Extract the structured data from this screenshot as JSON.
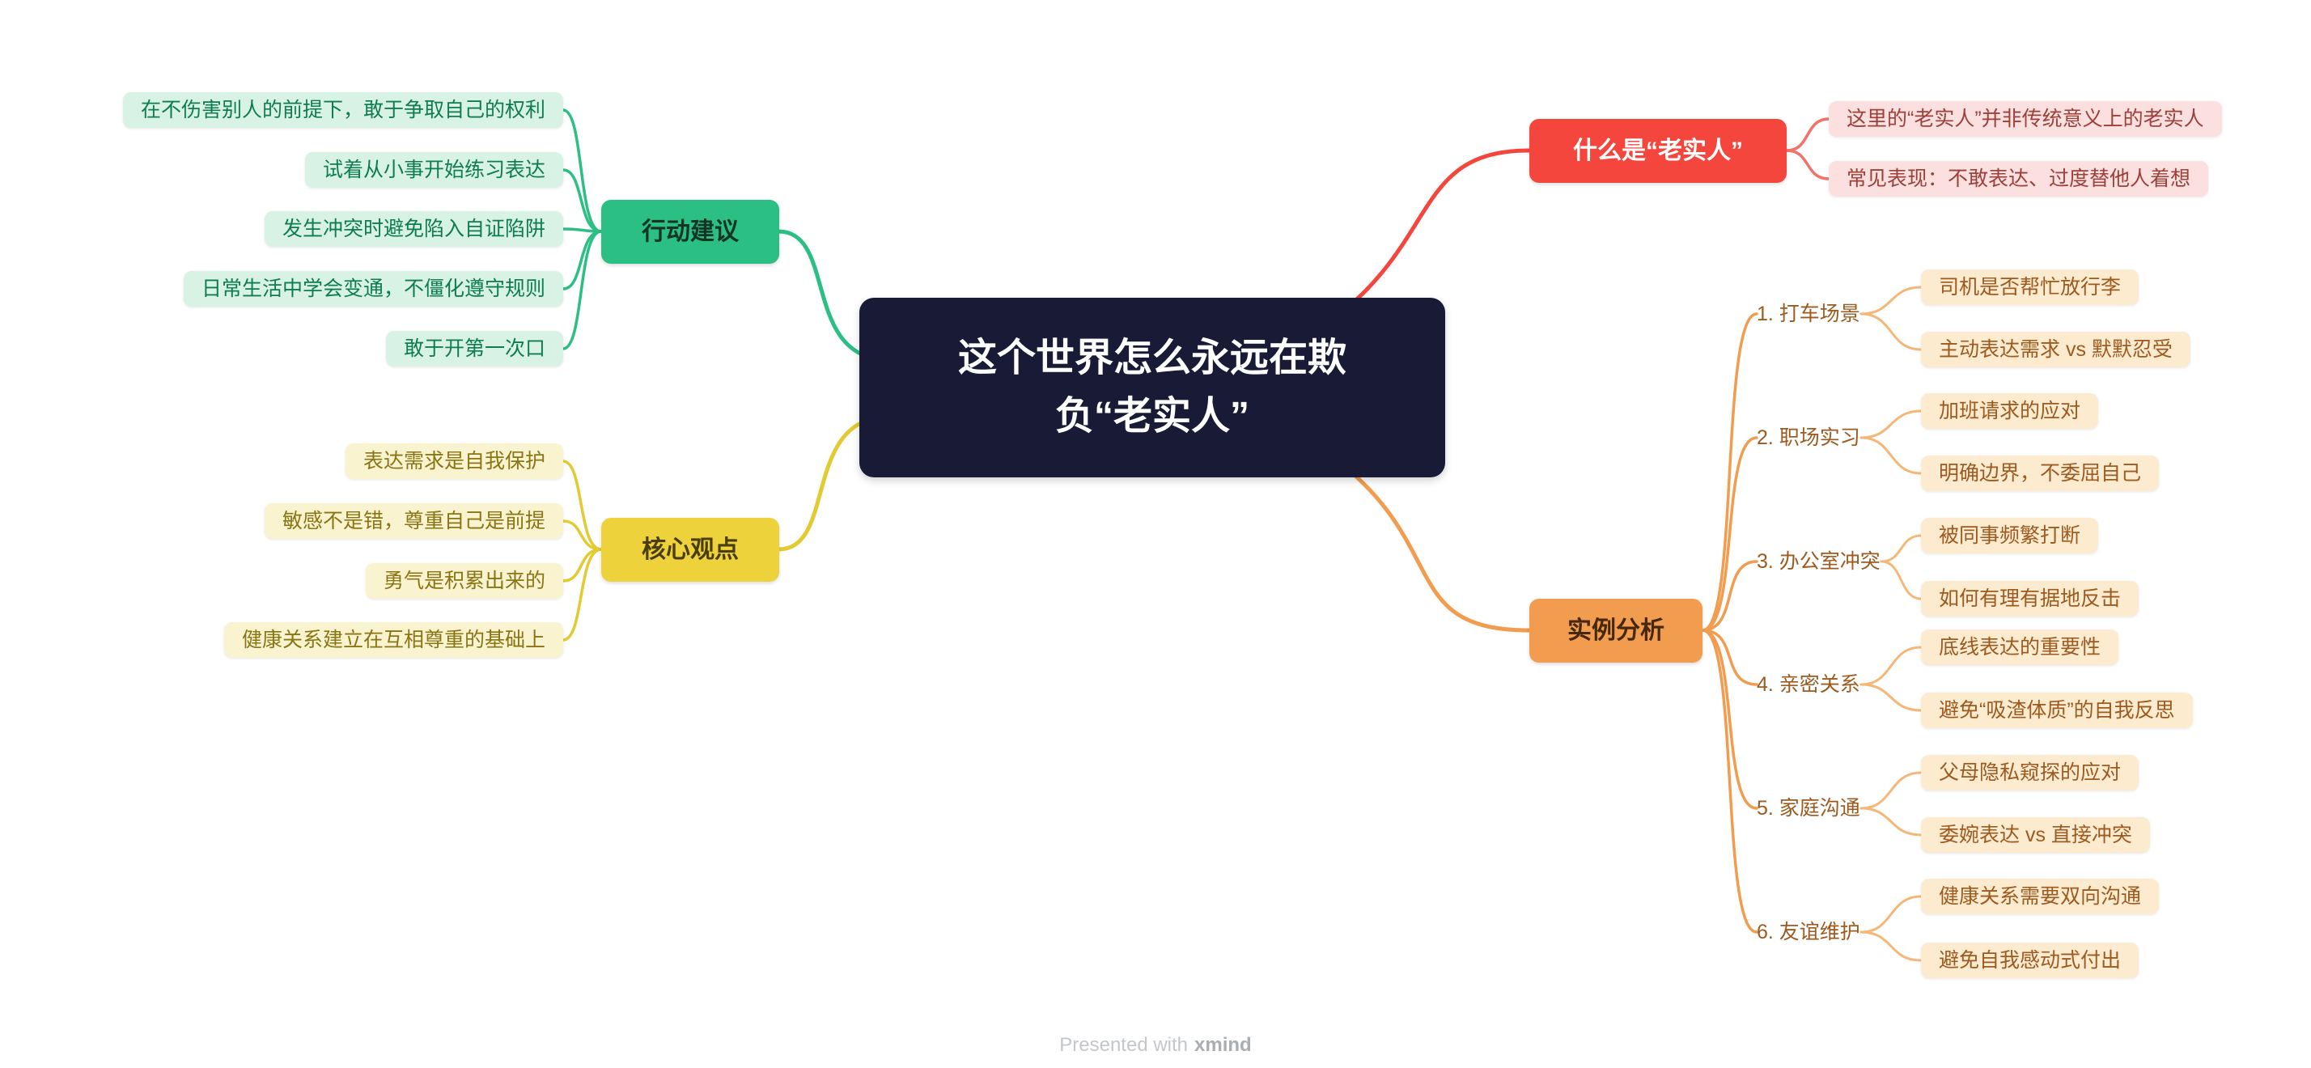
{
  "title": "这个世界怎么永远在欺\n负“老实人”",
  "footer": {
    "prefix": "Presented with",
    "brand": "xmind"
  },
  "colors": {
    "central_bg": "#181a36",
    "branch_green": "#2cbf83",
    "branch_yellow": "#eed23b",
    "branch_red": "#f4463c",
    "branch_orange": "#f29c4f",
    "leaf_green_bg": "#d8f3e6",
    "leaf_yellow_bg": "#faf3cf",
    "leaf_pink_bg": "#fcdfdf",
    "leaf_orange_bg": "#fdebd0"
  },
  "branches": [
    {
      "label": "行动建议",
      "children": [
        "在不伤害别人的前提下，敢于争取自己的权利",
        "试着从小事开始练习表达",
        "发生冲突时避免陷入自证陷阱",
        "日常生活中学会变通，不僵化遵守规则",
        "敢于开第一次口"
      ]
    },
    {
      "label": "核心观点",
      "children": [
        "表达需求是自我保护",
        "敏感不是错，尊重自己是前提",
        "勇气是积累出来的",
        "健康关系建立在互相尊重的基础上"
      ]
    },
    {
      "label": "什么是“老实人”",
      "children": [
        "这里的“老实人”并非传统意义上的老实人",
        "常见表现：不敢表达、过度替他人着想"
      ]
    },
    {
      "label": "实例分析",
      "cases": [
        {
          "label": "1. 打车场景",
          "children": [
            "司机是否帮忙放行李",
            "主动表达需求 vs 默默忍受"
          ]
        },
        {
          "label": "2. 职场实习",
          "children": [
            "加班请求的应对",
            "明确边界，不委屈自己"
          ]
        },
        {
          "label": "3. 办公室冲突",
          "children": [
            "被同事频繁打断",
            "如何有理有据地反击"
          ]
        },
        {
          "label": "4. 亲密关系",
          "children": [
            "底线表达的重要性",
            "避免“吸渣体质”的自我反思"
          ]
        },
        {
          "label": "5. 家庭沟通",
          "children": [
            "父母隐私窥探的应对",
            "委婉表达 vs 直接冲突"
          ]
        },
        {
          "label": "6. 友谊维护",
          "children": [
            "健康关系需要双向沟通",
            "避免自我感动式付出"
          ]
        }
      ]
    }
  ]
}
